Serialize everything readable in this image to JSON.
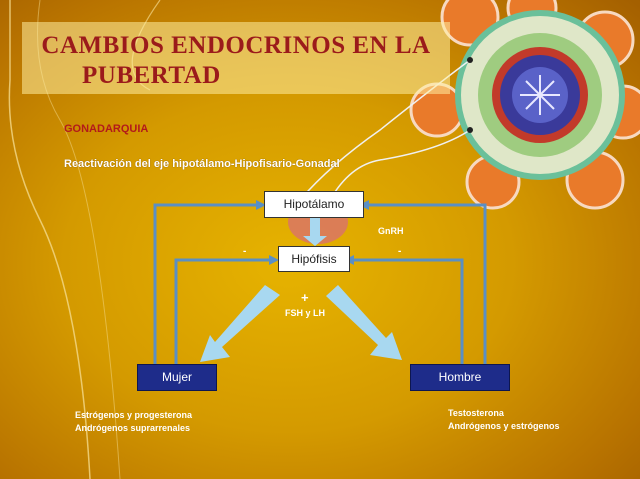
{
  "title_line1": "CAMBIOS ENDOCRINOS EN LA",
  "title_line2": "PUBERTAD",
  "subtitle": "GONADARQUIA",
  "description": "Reactivación del eje hipotálamo-Hipofisario-Gonadal",
  "nodes": {
    "hipotalamo": "Hipotálamo",
    "hipofisis": "Hipófisis",
    "mujer": "Mujer",
    "hombre": "Hombre"
  },
  "gnrh_label": "GnRH",
  "plus_sign": "+",
  "fsh_lh_label": "FSH y LH",
  "minus_sign": "-",
  "mujer_hormones": [
    "Estrógenos y progesterona",
    "Andrógenos suprarrenales"
  ],
  "hombre_hormones": [
    "Testosterona",
    "Andrógenos y estrógenos"
  ],
  "colors": {
    "title": "#9b1b1b",
    "subtitle": "#b31a1a",
    "box_blue": "#1e2c8a",
    "arrow": "#5a8fc4",
    "big_arrow": "#a8d8f0"
  }
}
